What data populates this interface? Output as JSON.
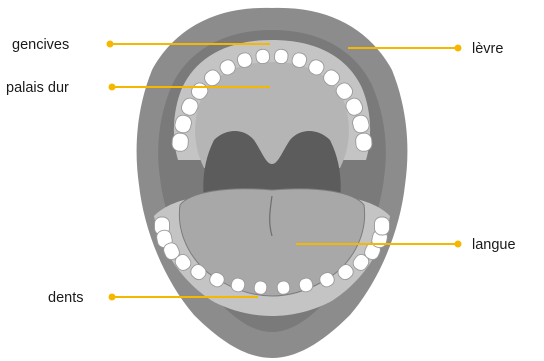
{
  "diagram": {
    "labels": {
      "gencives": "gencives",
      "palais_dur": "palais dur",
      "dents": "dents",
      "levre": "lèvre",
      "langue": "langue"
    },
    "colors": {
      "leader": "#f5b800",
      "lip": "#8c8c8c",
      "lip_dark": "#7a7a7a",
      "gums": "#c4c4c4",
      "palate": "#b5b5b5",
      "throat": "#5c5c5c",
      "uvula": "#4a4a4a",
      "tongue": "#a8a8a8",
      "teeth": "#ffffff",
      "tooth_outline": "#9a9a9a"
    }
  }
}
